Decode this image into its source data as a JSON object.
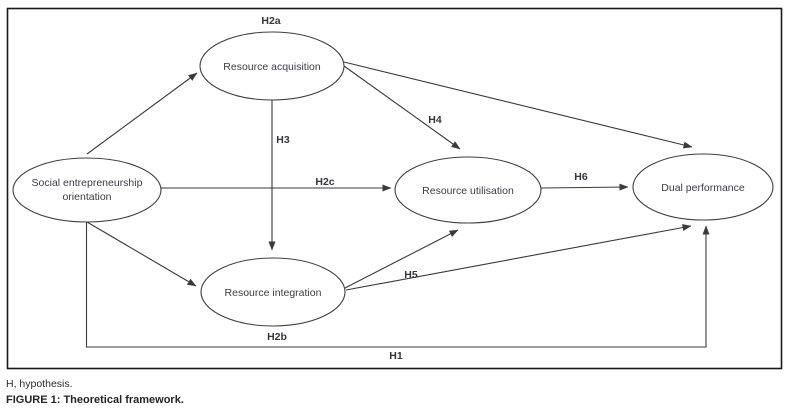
{
  "diagram": {
    "nodes": {
      "seo": {
        "line1": "Social entrepreneurship",
        "line2": "orientation"
      },
      "acquisition": {
        "label": "Resource acquisition"
      },
      "utilisation": {
        "label": "Resource utilisation"
      },
      "integration": {
        "label": "Resource integration"
      },
      "performance": {
        "label": "Dual performance"
      }
    },
    "hypotheses": {
      "h1": "H1",
      "h2a": "H2a",
      "h2b": "H2b",
      "h2c": "H2c",
      "h3": "H3",
      "h4": "H4",
      "h5": "H5",
      "h6": "H6"
    }
  },
  "caption": {
    "note": "H, hypothesis.",
    "figure_label": "FIGURE 1: Theoretical framework."
  },
  "colors": {
    "line": "#3a3a3a",
    "text": "#3b3b43",
    "border": "#191919",
    "background": "#ffffff"
  }
}
